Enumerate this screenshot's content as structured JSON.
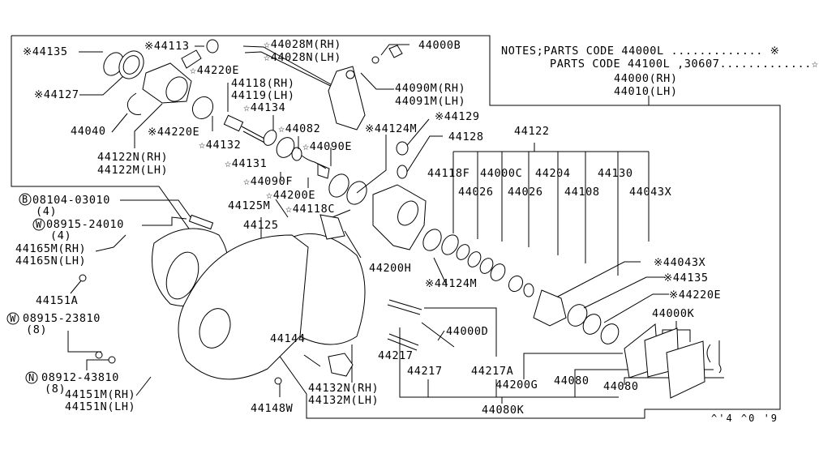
{
  "notes": {
    "line1": "NOTES;PARTS CODE 44000L ............. ※",
    "line2": "PARTS CODE 44100L ,30607.............☆"
  },
  "assembly": {
    "rh": "44000(RH)",
    "lh": "44010(LH)"
  },
  "kit_44122": {
    "label": "44122",
    "items_top": [
      "44118F",
      "44000C",
      "44204",
      "44130"
    ],
    "items_bottom": [
      "44026",
      "44026",
      "44108",
      "44043X"
    ]
  },
  "labels": {
    "p44135_a": "※44135",
    "p44127": "※44127",
    "p44040": "44040",
    "p44122n": "44122N(RH)",
    "p44122m": "44122M(LH)",
    "p44113": "※44113",
    "p44220e_star": "☆44220E",
    "p44220e_ast": "※44220E",
    "p44118": "44118(RH)",
    "p44119": "44119(LH)",
    "p44134": "☆44134",
    "p44132": "☆44132",
    "p44131": "☆44131",
    "p44082": "☆44082",
    "p44090e": "☆44090E",
    "p44090f": "☆44090F",
    "p44200e": "☆44200E",
    "p44118c": "☆44118C",
    "p44125m": "44125M",
    "p44125": "44125",
    "p44028m": "☆44028M(RH)",
    "p44028n": "☆44028N(LH)",
    "p44000b": "44000B",
    "p44090m": "44090M(RH)",
    "p44091m": "44091M(LH)",
    "p44124m_a": "※44124M",
    "p44129": "※44129",
    "p44128": "44128",
    "p44200h": "44200H",
    "p44124m_b": "※44124M",
    "p44043x_ast": "※44043X",
    "p44135_b": "※44135",
    "p44220e_b": "※44220E",
    "p44000k": "44000K",
    "p44000d": "44000D",
    "p44217_a": "44217",
    "p44217_b": "44217",
    "p44217a": "44217A",
    "p44200g": "44200G",
    "p44080_a": "44080",
    "p44080_b": "44080",
    "p44080k": "44080K",
    "p44144": "44144",
    "p44132n": "44132N(RH)",
    "p44132m": "44132M(LH)",
    "p44148w": "44148W",
    "p08104": "08104-03010",
    "p08104_qty": "(4)",
    "p08104_prefix": "B",
    "p08915a": "08915-24010",
    "p08915a_qty": "(4)",
    "p08915a_prefix": "W",
    "p44165m": "44165M(RH)",
    "p44165n": "44165N(LH)",
    "p44151a": "44151A",
    "p08915b": "08915-23810",
    "p08915b_qty": "(8)",
    "p08915b_prefix": "W",
    "p08912": "08912-43810",
    "p08912_qty": "(8)",
    "p08912_prefix": "N",
    "p44151m": "44151M(RH)",
    "p44151n": "44151N(LH)"
  },
  "footer_code": "^'4 ^0 '9"
}
